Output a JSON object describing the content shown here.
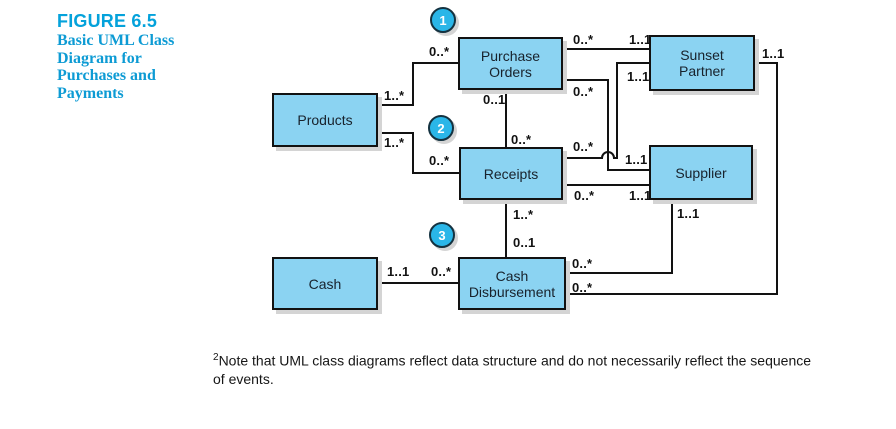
{
  "figure": {
    "label": "FIGURE 6.5",
    "caption_lines": [
      "Basic UML Class",
      "Diagram for",
      "Purchases and",
      "Payments"
    ]
  },
  "diagram": {
    "classes": [
      {
        "id": "products",
        "name": "Products",
        "line1": "Products"
      },
      {
        "id": "purchase-orders",
        "name": "Purchase Orders",
        "line1": "Purchase",
        "line2": "Orders"
      },
      {
        "id": "sunset-partner",
        "name": "Sunset Partner",
        "line1": "Sunset",
        "line2": "Partner"
      },
      {
        "id": "receipts",
        "name": "Receipts",
        "line1": "Receipts"
      },
      {
        "id": "supplier",
        "name": "Supplier",
        "line1": "Supplier"
      },
      {
        "id": "cash",
        "name": "Cash",
        "line1": "Cash"
      },
      {
        "id": "cash-disbursement",
        "name": "Cash Disbursement",
        "line1": "Cash",
        "line2": "Disbursement"
      }
    ],
    "step_markers": [
      "1",
      "2",
      "3"
    ],
    "relationships": [
      {
        "from": "Products",
        "to": "Purchase Orders",
        "from_label": "1..*",
        "to_label": "0..*"
      },
      {
        "from": "Products",
        "to": "Receipts",
        "from_label": "1..*",
        "to_label": "0..*"
      },
      {
        "from": "Purchase Orders",
        "to": "Sunset Partner",
        "from_label": "0..*",
        "to_label": "1..1"
      },
      {
        "from": "Purchase Orders",
        "to": "Supplier",
        "from_label": "0..*",
        "to_label": "1..1"
      },
      {
        "from": "Sunset Partner",
        "to": "Receipts",
        "from_label": "1..1",
        "to_label": "0..*"
      },
      {
        "from": "Receipts",
        "to": "Supplier",
        "from_label": "0..*",
        "to_label": "1..1"
      },
      {
        "from": "Purchase Orders",
        "to": "Receipts",
        "from_label": "0..1",
        "to_label": "0..*"
      },
      {
        "from": "Receipts",
        "to": "Cash Disbursement",
        "from_label": "1..*",
        "to_label": "0..1"
      },
      {
        "from": "Cash",
        "to": "Cash Disbursement",
        "from_label": "1..1",
        "to_label": "0..*"
      },
      {
        "from": "Cash Disbursement",
        "to": "Supplier",
        "from_label": "0..*",
        "to_label": "1..1"
      },
      {
        "from": "Cash Disbursement",
        "to": "Sunset Partner",
        "from_label": "0..*",
        "to_label": "1..1"
      }
    ],
    "colors": {
      "class_fill": "#8bd3f2",
      "marker_fill": "#2ab6e8",
      "title_text": "#04a2db",
      "line": "#121212"
    }
  },
  "footnote": {
    "marker": "2",
    "line1": "Note that UML class diagrams reflect data structure and do not necessarily reflect the sequence",
    "line2": "of events."
  }
}
